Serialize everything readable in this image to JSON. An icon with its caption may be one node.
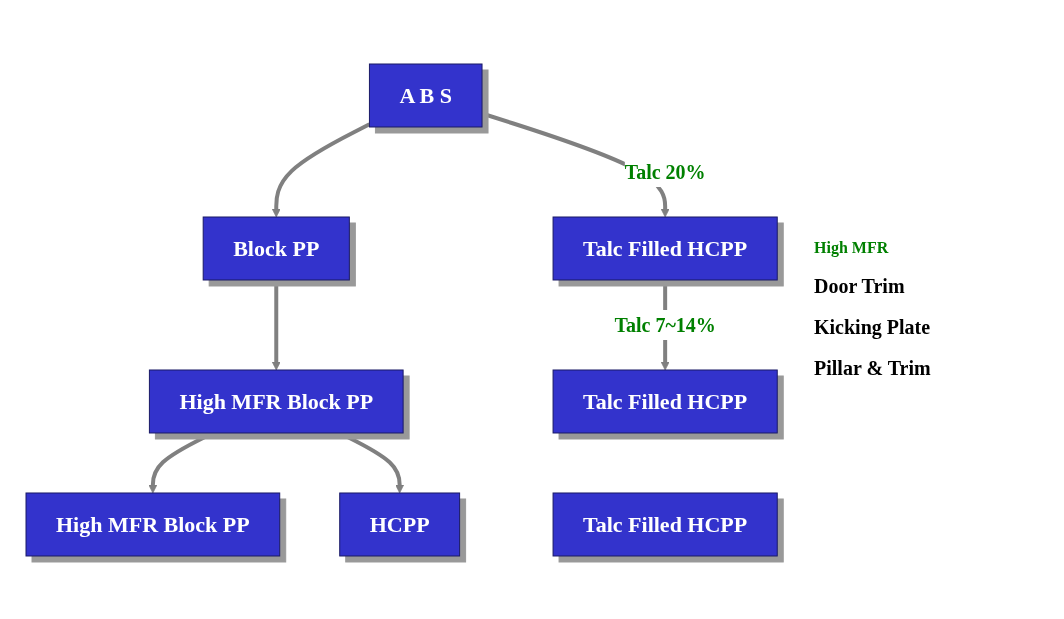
{
  "diagram": {
    "nodes": [
      {
        "text": [
          "A B S"
        ]
      },
      {
        "text": [
          "Block PP"
        ]
      },
      {
        "text": [
          "Talc Filled HCPP"
        ]
      },
      {
        "text": [
          "High MFR Block PP"
        ]
      },
      {
        "text": [
          "Talc Filled HCPP"
        ]
      },
      {
        "text": [
          "High MFR Block PP"
        ]
      },
      {
        "text": [
          "HCPP"
        ]
      },
      {
        "text": [
          "Talc Filled HCPP"
        ]
      }
    ],
    "edges": [
      {
        "from": 0,
        "to": 1,
        "arrow": "to"
      },
      {
        "from": 0,
        "to": 2,
        "arrow": "to",
        "label": "Talc 20%"
      },
      {
        "from": 1,
        "to": 3,
        "arrow": "to"
      },
      {
        "from": 2,
        "to": 4,
        "arrow": "to",
        "label": "Talc 7~14%"
      },
      {
        "from": 3,
        "to": 5,
        "arrow": "to"
      },
      {
        "from": 3,
        "to": 6,
        "arrow": "to"
      }
    ],
    "labels": [
      "High MFR",
      "Door Trim",
      "Kicking Plate",
      "Pillar & Trim"
    ]
  }
}
